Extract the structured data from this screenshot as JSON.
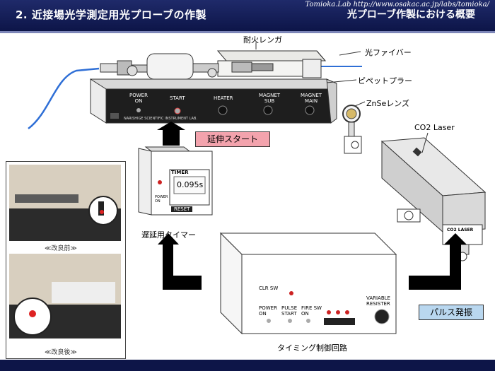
{
  "header": {
    "title": "2. 近接場光学測定用光プローブの作製",
    "subtitle": "光プローブ作製における概要"
  },
  "labels": {
    "refractory_brick": "耐火レンガ",
    "optical_fiber": "光ファイバー",
    "pipette_puller": "ピペットプラー",
    "znse_lens": "ZnSeレンズ",
    "co2_laser": "CO2 Laser",
    "delay_timer": "遅延用タイマー",
    "timing_circuit": "タイミング制御回路"
  },
  "callouts": {
    "stretch_start": "延伸スタート",
    "pulse": "パルス発振"
  },
  "puller_panel": {
    "power": "POWER\nON",
    "start": "START",
    "heater": "HEATER",
    "magnet_sub": "MAGNET\nSUB",
    "magnet_main": "MAGNET\nMAIN",
    "maker": "NARISHIGE SCIENTIFIC INSTRUMENT LAB."
  },
  "timer": {
    "title": "TIMER",
    "display": "0.095s",
    "reset": "RESET",
    "power": "POWER\nON"
  },
  "laser_tag": "CO2 LASER",
  "circuit": {
    "clr_sw": "CLR SW",
    "power_on": "POWER\nON",
    "pulse_start": "PULSE\nSTART",
    "fire_sw": "FIRE SW\nON",
    "variable_resister": "VARIABLE\nRESISTER"
  },
  "photos": {
    "before": "≪改良前≫",
    "after": "≪改良後≫"
  },
  "footer": "Tomioka.Lab  http://www.osakac.ac.jp/labs/tomioka/",
  "colors": {
    "header_bg": "#0d1548",
    "accent_red": "#f3a3ad",
    "accent_blue": "#b9d7ef",
    "fiber": "#2f6fd6"
  }
}
